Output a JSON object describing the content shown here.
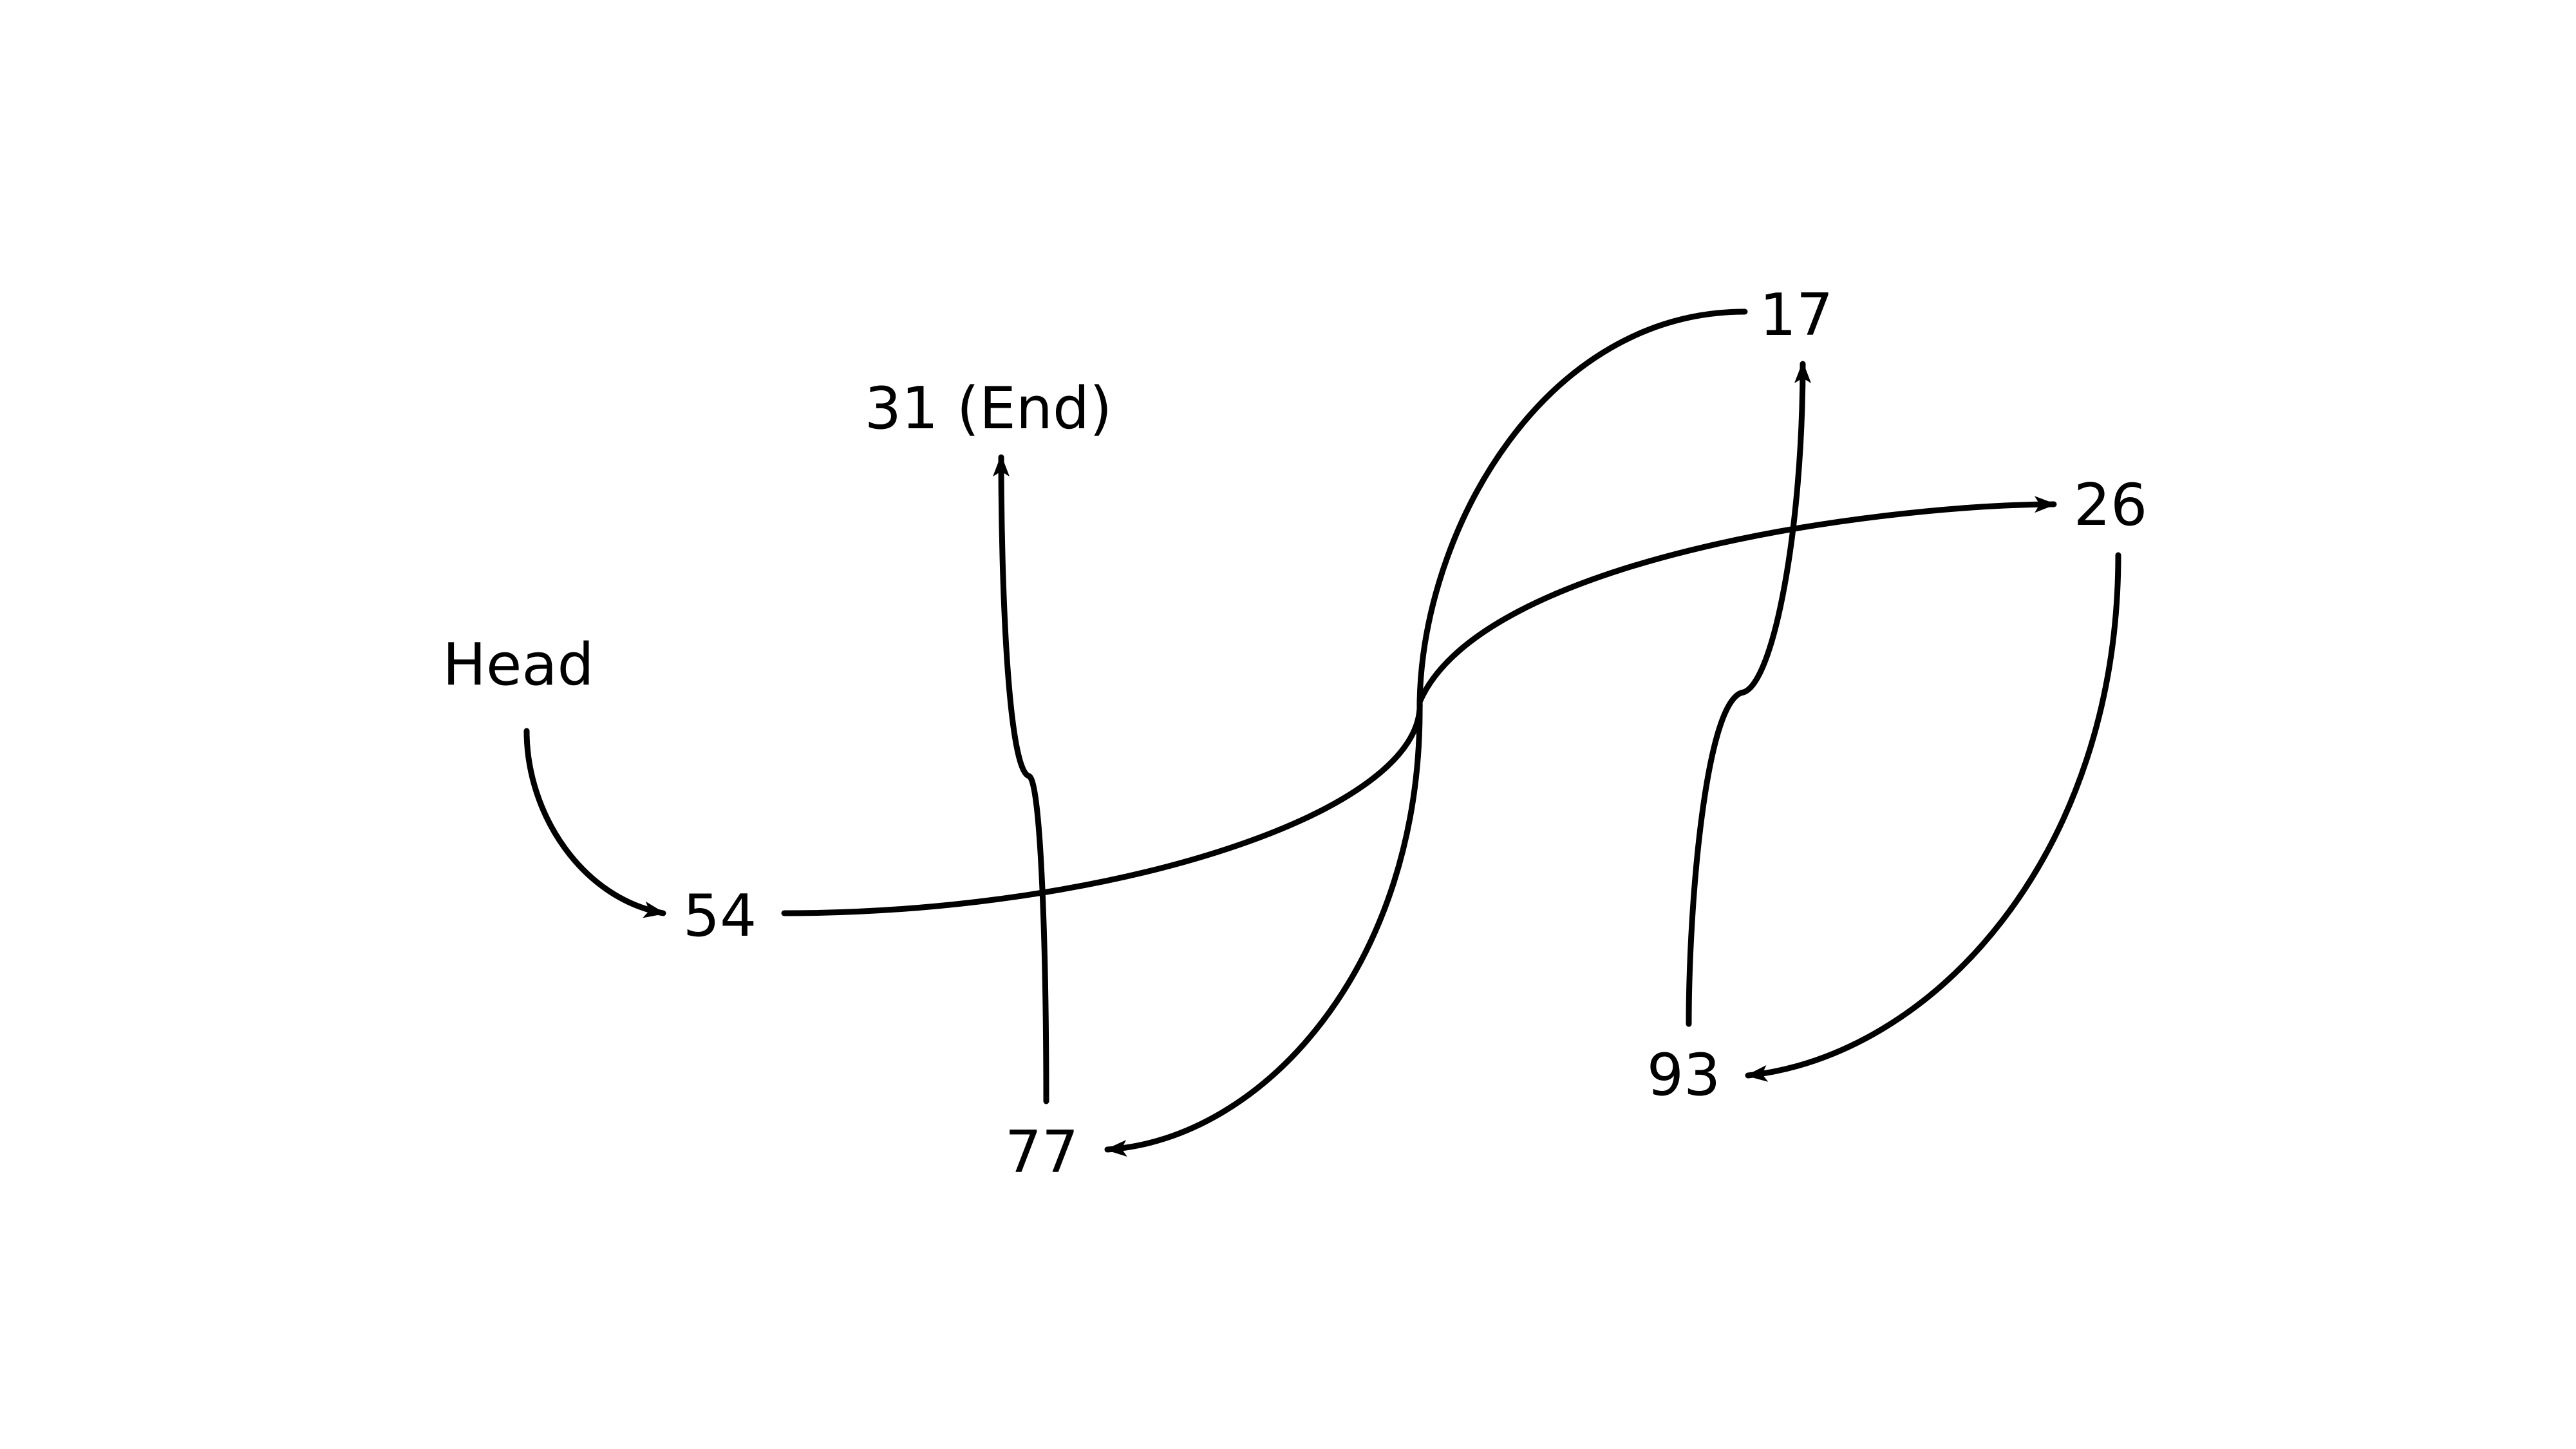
{
  "diagram": {
    "type": "linked-list",
    "colors": {
      "line": "#000000",
      "background": "#ffffff"
    },
    "nodes": {
      "head": "Head",
      "n54": "54",
      "n26": "26",
      "n93": "93",
      "n17": "17",
      "n77": "77",
      "n31": "31 (End)"
    },
    "edges": [
      {
        "from": "Head",
        "to": "54"
      },
      {
        "from": "54",
        "to": "26"
      },
      {
        "from": "26",
        "to": "93"
      },
      {
        "from": "93",
        "to": "17"
      },
      {
        "from": "17",
        "to": "77"
      },
      {
        "from": "77",
        "to": "31 (End)"
      }
    ]
  }
}
